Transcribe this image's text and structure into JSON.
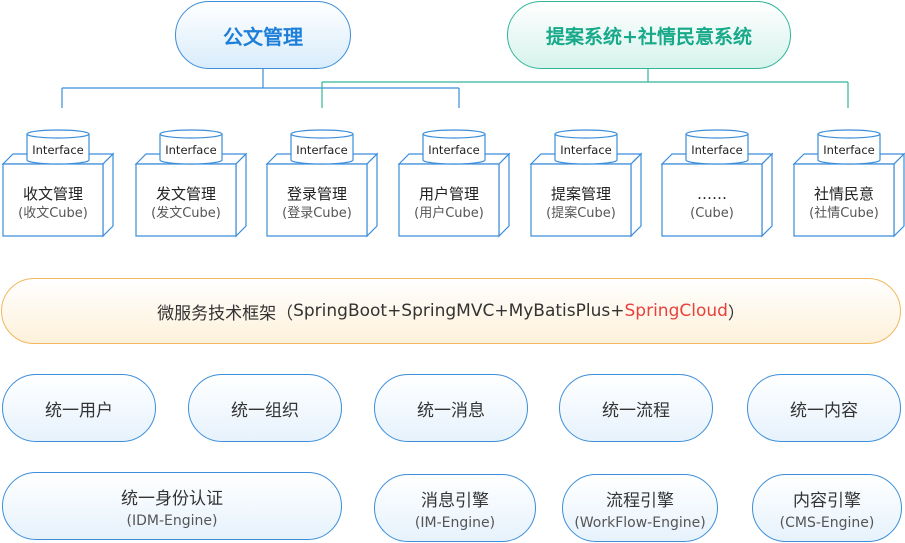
{
  "top": {
    "left_label": "公文管理",
    "right_label": "提案系统+社情民意系统"
  },
  "cubes": [
    {
      "interface": "Interface",
      "title": "收文管理",
      "sub": "(收文Cube)"
    },
    {
      "interface": "Interface",
      "title": "发文管理",
      "sub": "(发文Cube)"
    },
    {
      "interface": "Interface",
      "title": "登录管理",
      "sub": "(登录Cube)"
    },
    {
      "interface": "Interface",
      "title": "用户管理",
      "sub": "(用户Cube)"
    },
    {
      "interface": "Interface",
      "title": "提案管理",
      "sub": "(提案Cube)"
    },
    {
      "interface": "Interface",
      "title": "……",
      "sub": "(Cube)"
    },
    {
      "interface": "Interface",
      "title": "社情民意",
      "sub": "(社情Cube)"
    }
  ],
  "framework": {
    "prefix": "微服务技术框架（",
    "main": "SpringBoot+SpringMVC+MyBatisPlus+",
    "highlight": "SpringCloud",
    "suffix": "）"
  },
  "services_row1": [
    "统一用户",
    "统一组织",
    "统一消息",
    "统一流程",
    "统一内容"
  ],
  "services_row2": [
    {
      "title": "统一身份认证",
      "sub": "(IDM-Engine)"
    },
    {
      "title": "消息引擎",
      "sub": "(IM-Engine)"
    },
    {
      "title": "流程引擎",
      "sub": "(WorkFlow-Engine)"
    },
    {
      "title": "内容引擎",
      "sub": "(CMS-Engine)"
    }
  ],
  "colors": {
    "blue": "#3c8ed9",
    "green": "#18a98a",
    "orange": "#f0b860",
    "red": "#e8413c"
  }
}
